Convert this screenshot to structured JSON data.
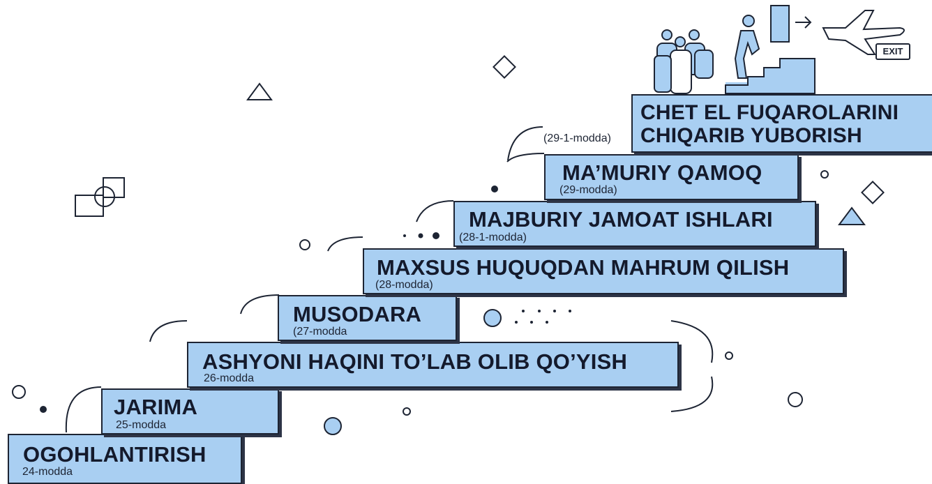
{
  "steps": [
    {
      "title": "OGOHLANTIRISH",
      "article": "24-modda"
    },
    {
      "title": "JARIMA",
      "article": "25-modda"
    },
    {
      "title": "ASHYONI HAQINI TO’LAB OLIB QO’YISH",
      "article": "26-modda"
    },
    {
      "title": "MUSODARA",
      "article": "(27-modda"
    },
    {
      "title": "MAXSUS HUQUQDAN MAHRUM QILISH",
      "article": "(28-modda)"
    },
    {
      "title": "MAJBURIY JAMOAT ISHLARI",
      "article": "(28-1-modda)"
    },
    {
      "title": "MA’MURIY QAMOQ",
      "article": "(29-modda)"
    },
    {
      "title_line1": "CHET EL FUQAROLARINI",
      "title_line2": "CHIQARIB YUBORISH",
      "article": "(29-1-modda)"
    }
  ],
  "exit_label": "EXIT",
  "colors": {
    "step_fill": "#a9cff2",
    "outline": "#1d2433",
    "accent": "#7fb2e5"
  },
  "icons": [
    "people-group-icon",
    "walking-person-icon",
    "stairs-icon",
    "exit-door-icon",
    "airplane-icon"
  ]
}
